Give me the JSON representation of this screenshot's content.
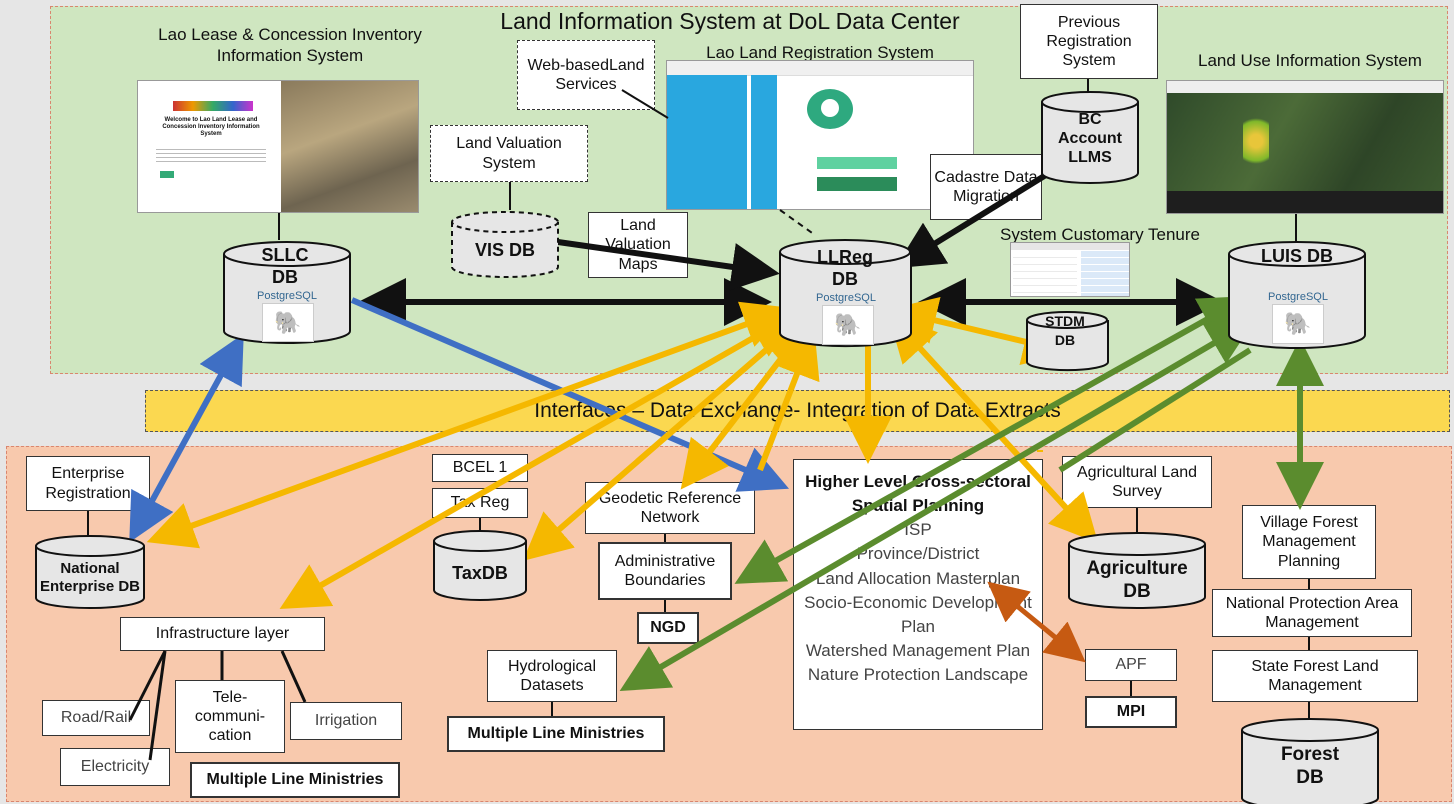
{
  "top_zone": {
    "title": "Land Information System at DoL Data Center",
    "sllc_title": "Lao Lease & Concession Inventory Information System",
    "llreg_title": "Lao Land Registration System",
    "luis_title": "Land Use Information System",
    "customary_title": "System Customary Tenure",
    "web_services": "Web-basedLand Services",
    "land_valuation_system": "Land Valuation System",
    "land_valuation_maps": "Land Valuation Maps",
    "previous_registration": "Previous Registration System",
    "cadastre_migration": "Cadastre Data Migration",
    "sllc_db": "SLLC DB",
    "llreg_db": "LLReg DB",
    "luis_db": "LUIS DB",
    "vis_db": "VIS DB",
    "bc_db": "BC Account LLMS",
    "stdm_db": "STDM DB",
    "postgres": "PostgreSQL"
  },
  "screenshot_text": {
    "sllc_welcome": "Welcome to Lao Land Lease and Concession Inventory Information System"
  },
  "interface_band": "Interfaces – Data Exchange- Integration of Data Extracts",
  "bottom_zone": {
    "enterprise_registration": "Enterprise Registration",
    "national_enterprise_db": "National Enterprise DB",
    "bcel": "BCEL 1",
    "tax_reg": "Tax Reg",
    "tax_db": "TaxDB",
    "geodetic": "Geodetic Reference Network",
    "admin_boundaries": "Administrative Boundaries",
    "ngd": "NGD",
    "infrastructure": "Infrastructure layer",
    "road_rail": "Road/Rail",
    "electricity": "Electricity",
    "telecom": "Tele-communi-cation",
    "irrigation": "Irrigation",
    "mlm_infra": "Multiple Line Ministries",
    "hydrological": "Hydrological Datasets",
    "mlm_hydro": "Multiple Line Ministries",
    "planning": {
      "heading": "Higher Level Cross-sectoral Spatial Planning",
      "items": [
        "ISP",
        "Province/District",
        "Land Allocation Masterplan",
        "Socio-Economic Development Plan",
        "Watershed Management Plan",
        "Nature Protection Landscape"
      ]
    },
    "agri_survey": "Agricultural Land Survey",
    "agri_db": "Agriculture DB",
    "apf": "APF",
    "mpi": "MPI",
    "village_forest": "Village Forest Management Planning",
    "npa": "National Protection Area Management",
    "state_forest": "State Forest Land Management",
    "forest_db": "Forest DB"
  },
  "colors": {
    "green_zone": "#cfe6c0",
    "orange_zone": "#f8c9ad",
    "band": "#fbd850",
    "arrow_yellow": "#f5b800",
    "arrow_green": "#5b8c2e",
    "arrow_blue": "#3f6fc4",
    "arrow_black": "#111111",
    "arrow_brown": "#c65a12"
  }
}
